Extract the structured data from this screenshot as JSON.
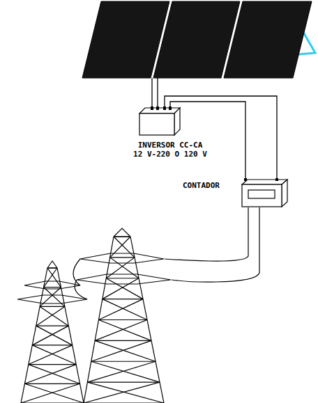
{
  "diagram": {
    "nodes": [
      {
        "text": [
          "INVERSOR CC-CA 12 V-220 O 120 V"
        ]
      },
      {
        "text": [
          "CONTADOR"
        ]
      }
    ],
    "edges": [
      {
        "from": 0,
        "to": 1,
        "arrow": "none"
      },
      {
        "from": 0,
        "to": 1,
        "arrow": "none"
      }
    ]
  }
}
